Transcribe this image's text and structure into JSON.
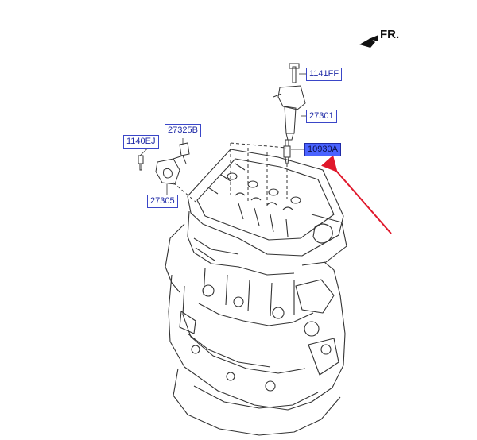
{
  "direction": {
    "label": "FR."
  },
  "callouts": [
    {
      "id": "1141FF",
      "text": "1141FF",
      "highlighted": false
    },
    {
      "id": "27301",
      "text": "27301",
      "highlighted": false
    },
    {
      "id": "10930A",
      "text": "10930A",
      "highlighted": true
    },
    {
      "id": "27325B",
      "text": "27325B",
      "highlighted": false
    },
    {
      "id": "1140EJ",
      "text": "1140EJ",
      "highlighted": false
    },
    {
      "id": "27305",
      "text": "27305",
      "highlighted": false
    }
  ],
  "colors": {
    "callout_text": "#1f2aa6",
    "highlight_fill": "#4a63ff",
    "pointer_arrow": "#e0182b",
    "line_art": "#333333"
  }
}
